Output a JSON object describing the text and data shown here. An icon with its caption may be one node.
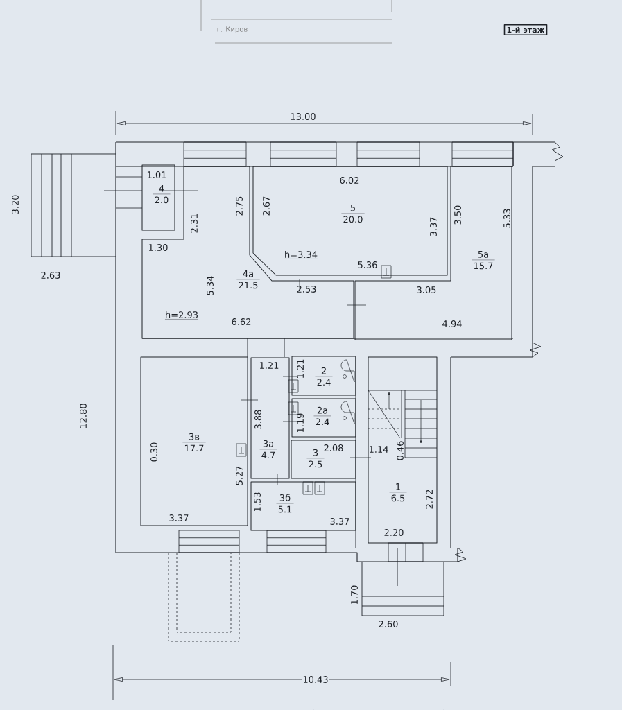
{
  "diagram": {
    "nodes": [
      {
        "text": [
          "1-й этаж"
        ]
      },
      {
        "text": [
          "4",
          "2.0"
        ]
      },
      {
        "text": [
          "4а",
          "21.5"
        ]
      },
      {
        "text": [
          "5",
          "20.0"
        ]
      },
      {
        "text": [
          "5а",
          "15.7"
        ]
      },
      {
        "text": [
          "3в",
          "17.7"
        ]
      },
      {
        "text": [
          "3а",
          "4.7"
        ]
      },
      {
        "text": [
          "2",
          "2.4"
        ]
      },
      {
        "text": [
          "2а",
          "2.4"
        ]
      },
      {
        "text": [
          "3",
          "2.5"
        ]
      },
      {
        "text": [
          "3б",
          "5.1"
        ]
      },
      {
        "text": [
          "1",
          "6.5"
        ]
      }
    ],
    "labels": [
      "13.00",
      "3.20",
      "2.63",
      "12.80",
      "10.43",
      "1.70",
      "2.60",
      "1.01",
      "2.31",
      "1.30",
      "2.75",
      "5.34",
      "h=2.93",
      "6.62",
      "2.67",
      "6.02",
      "3.37",
      "h=3.34",
      "5.36",
      "2.53",
      "3.50",
      "5.33",
      "3.05",
      "4.94",
      "1.21",
      "1.21",
      "1.19",
      "2.08",
      "3.88",
      "0.30",
      "5.27",
      "3.37",
      "1.53",
      "3.37",
      "1.14",
      "0.46",
      "2.72",
      "2.20",
      "г. Киров"
    ]
  }
}
